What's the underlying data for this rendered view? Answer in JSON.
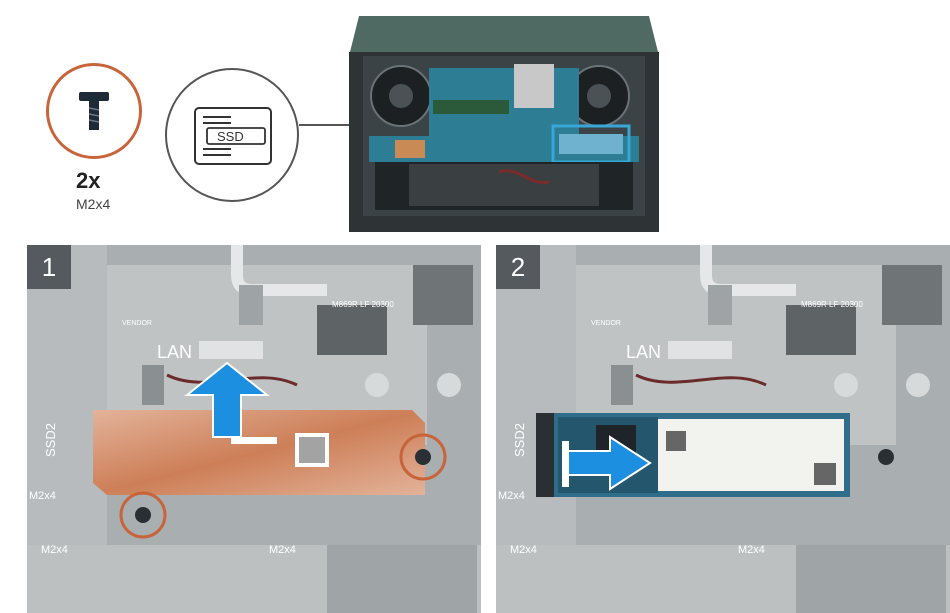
{
  "screw": {
    "quantity": "2x",
    "size": "M2x4"
  },
  "component": {
    "label": "SSD"
  },
  "steps": [
    {
      "number": "1",
      "silkscreen": {
        "lan": "LAN",
        "slot": "SSD2",
        "screw_left": "M2x4",
        "screw_bottom_left": "M2x4",
        "screw_bottom_right": "M2x4",
        "chip": "M869R LF 20300",
        "vendor": "VENDOR"
      }
    },
    {
      "number": "2",
      "silkscreen": {
        "lan": "LAN",
        "slot": "SSD2",
        "screw_left": "M2x4",
        "screw_bottom_left": "M2x4",
        "screw_bottom_right": "M2x4",
        "chip": "M869R LF 20300",
        "vendor": "VENDOR"
      }
    }
  ],
  "colors": {
    "callout_orange": "#c8643a",
    "arrow_blue": "#1d8fe0",
    "badge_gray": "#555a5e",
    "board_gray": "#b6babb",
    "copper": "#d48a63"
  }
}
